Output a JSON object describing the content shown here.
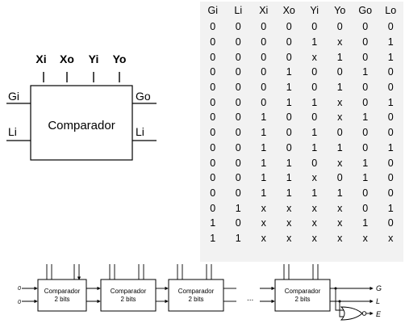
{
  "comparator_block": {
    "title": "Comparador",
    "top_inputs": [
      "Xi",
      "Xo",
      "Yi",
      "Yo"
    ],
    "left_inputs": [
      "Gi",
      "Li"
    ],
    "right_outputs": [
      "Go",
      "Li"
    ]
  },
  "truth_table": {
    "headers": [
      "Gi",
      "Li",
      "Xi",
      "Xo",
      "Yi",
      "Yo",
      "Go",
      "Lo"
    ],
    "rows": [
      [
        "0",
        "0",
        "0",
        "0",
        "0",
        "0",
        "0",
        "0"
      ],
      [
        "0",
        "0",
        "0",
        "0",
        "1",
        "x",
        "0",
        "1"
      ],
      [
        "0",
        "0",
        "0",
        "0",
        "x",
        "1",
        "0",
        "1"
      ],
      [
        "0",
        "0",
        "0",
        "1",
        "0",
        "0",
        "1",
        "0"
      ],
      [
        "0",
        "0",
        "0",
        "1",
        "0",
        "1",
        "0",
        "0"
      ],
      [
        "0",
        "0",
        "0",
        "1",
        "1",
        "x",
        "0",
        "1"
      ],
      [
        "0",
        "0",
        "1",
        "0",
        "0",
        "x",
        "1",
        "0"
      ],
      [
        "0",
        "0",
        "1",
        "0",
        "1",
        "0",
        "0",
        "0"
      ],
      [
        "0",
        "0",
        "1",
        "0",
        "1",
        "1",
        "0",
        "1"
      ],
      [
        "0",
        "0",
        "1",
        "1",
        "0",
        "x",
        "1",
        "0"
      ],
      [
        "0",
        "0",
        "1",
        "1",
        "x",
        "0",
        "1",
        "0"
      ],
      [
        "0",
        "0",
        "1",
        "1",
        "1",
        "1",
        "0",
        "0"
      ],
      [
        "0",
        "1",
        "x",
        "x",
        "x",
        "x",
        "0",
        "1"
      ],
      [
        "1",
        "0",
        "x",
        "x",
        "x",
        "x",
        "1",
        "0"
      ],
      [
        "1",
        "1",
        "x",
        "x",
        "x",
        "x",
        "x",
        "x"
      ]
    ]
  },
  "cascade": {
    "input_values": [
      "0",
      "0"
    ],
    "stage_title": "Comparador",
    "stage_subtitle": "2 bits",
    "ellipsis": "...",
    "outputs": [
      "G",
      "L",
      "E"
    ]
  }
}
